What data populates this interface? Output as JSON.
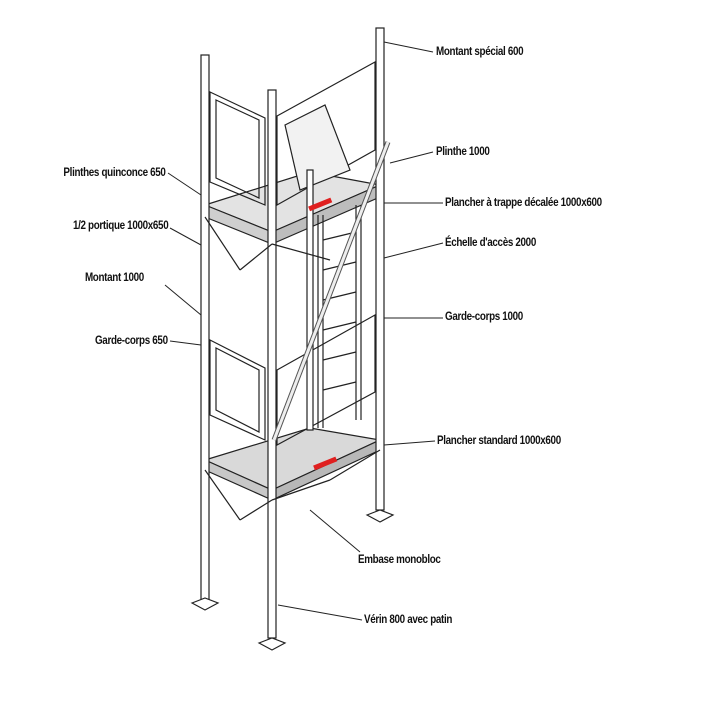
{
  "labels": {
    "montant_special": "Montant spécial 600",
    "plinthe": "Plinthe 1000",
    "plinthes_quinconce": "Plinthes quinconce 650",
    "plancher_trappe": "Plancher à trappe décalée 1000x600",
    "demi_portique": "1/2 portique 1000x650",
    "echelle": "Échelle d'accès 2000",
    "montant": "Montant 1000",
    "garde_corps_1000": "Garde-corps 1000",
    "garde_corps_650": "Garde-corps 650",
    "plancher_standard": "Plancher standard 1000x600",
    "embase": "Embase monobloc",
    "verin": "Vérin 800 avec patin"
  },
  "colors": {
    "line": "#222222",
    "platform": "#d9d9d9",
    "marking": "#e02020"
  }
}
